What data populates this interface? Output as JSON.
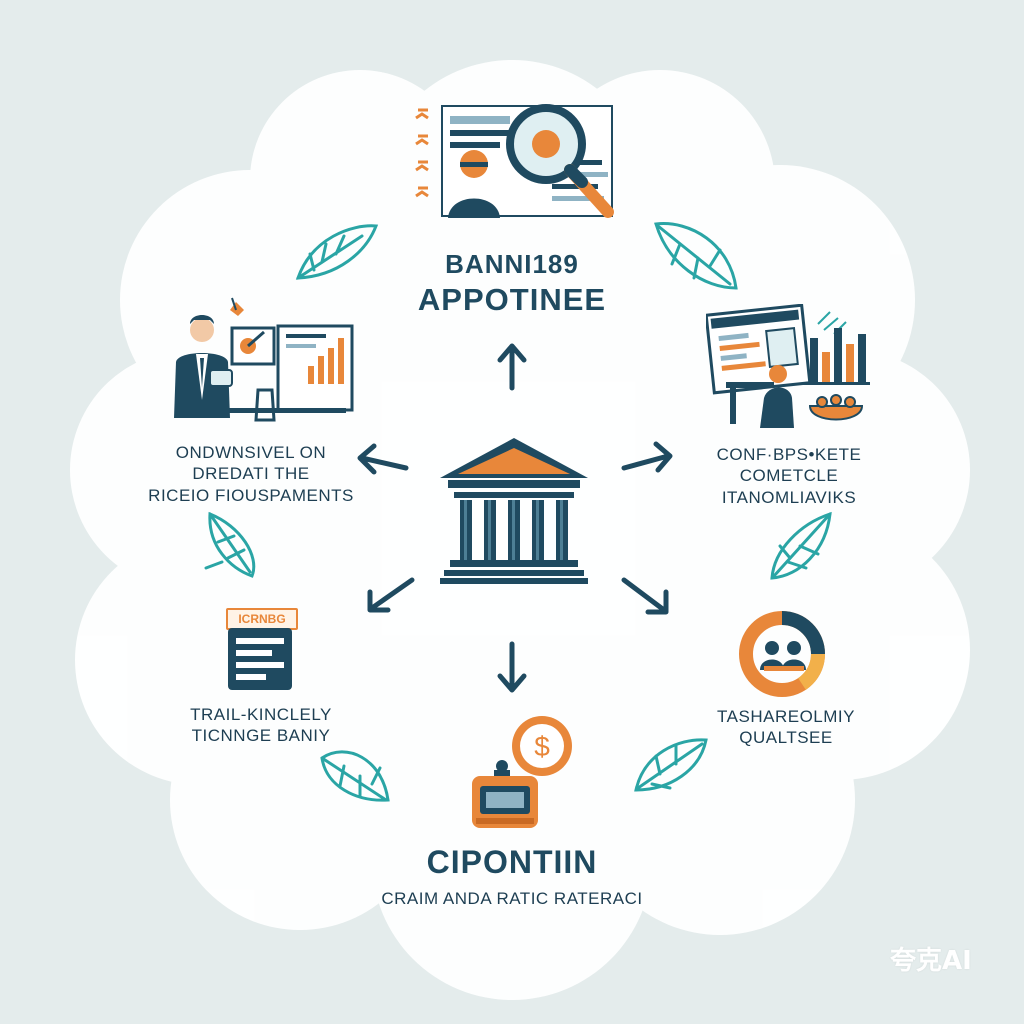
{
  "center": {
    "icon": "bank-building-icon"
  },
  "nodes": {
    "top": {
      "line1": "BANNI189",
      "line2": "APPOTINEE",
      "icon": "magnifier-profile-icon"
    },
    "left": {
      "line1": "ONDWNSIVEL ON",
      "line2": "DREDATI THE",
      "line3": "RICEIO FIOUSPAMENTS",
      "icon": "presenter-chart-icon"
    },
    "right": {
      "line1": "CONF·BPS•KETE",
      "line2": "COMETCLE",
      "line3": "ITANOMLIAVIKS",
      "icon": "analyst-dashboard-icon"
    },
    "bottom_left": {
      "badge": "ICRNBG",
      "line1": "TRAIL-KINCLELY",
      "line2": "TICNNGE BANIY",
      "icon": "document-form-icon"
    },
    "bottom_right": {
      "line1": "TASHAREOLMIY",
      "line2": "QUALTSEE",
      "icon": "donut-team-icon"
    },
    "bottom": {
      "line1": "CIPONTIIN",
      "line2": "CRAIM ANDA RATIC RATERACI",
      "icon": "coin-register-icon"
    }
  },
  "watermark": "夸克AI",
  "colors": {
    "navy": "#1f4a60",
    "teal": "#2aa5a5",
    "orange": "#e8873a",
    "background": "#e4ecec"
  }
}
